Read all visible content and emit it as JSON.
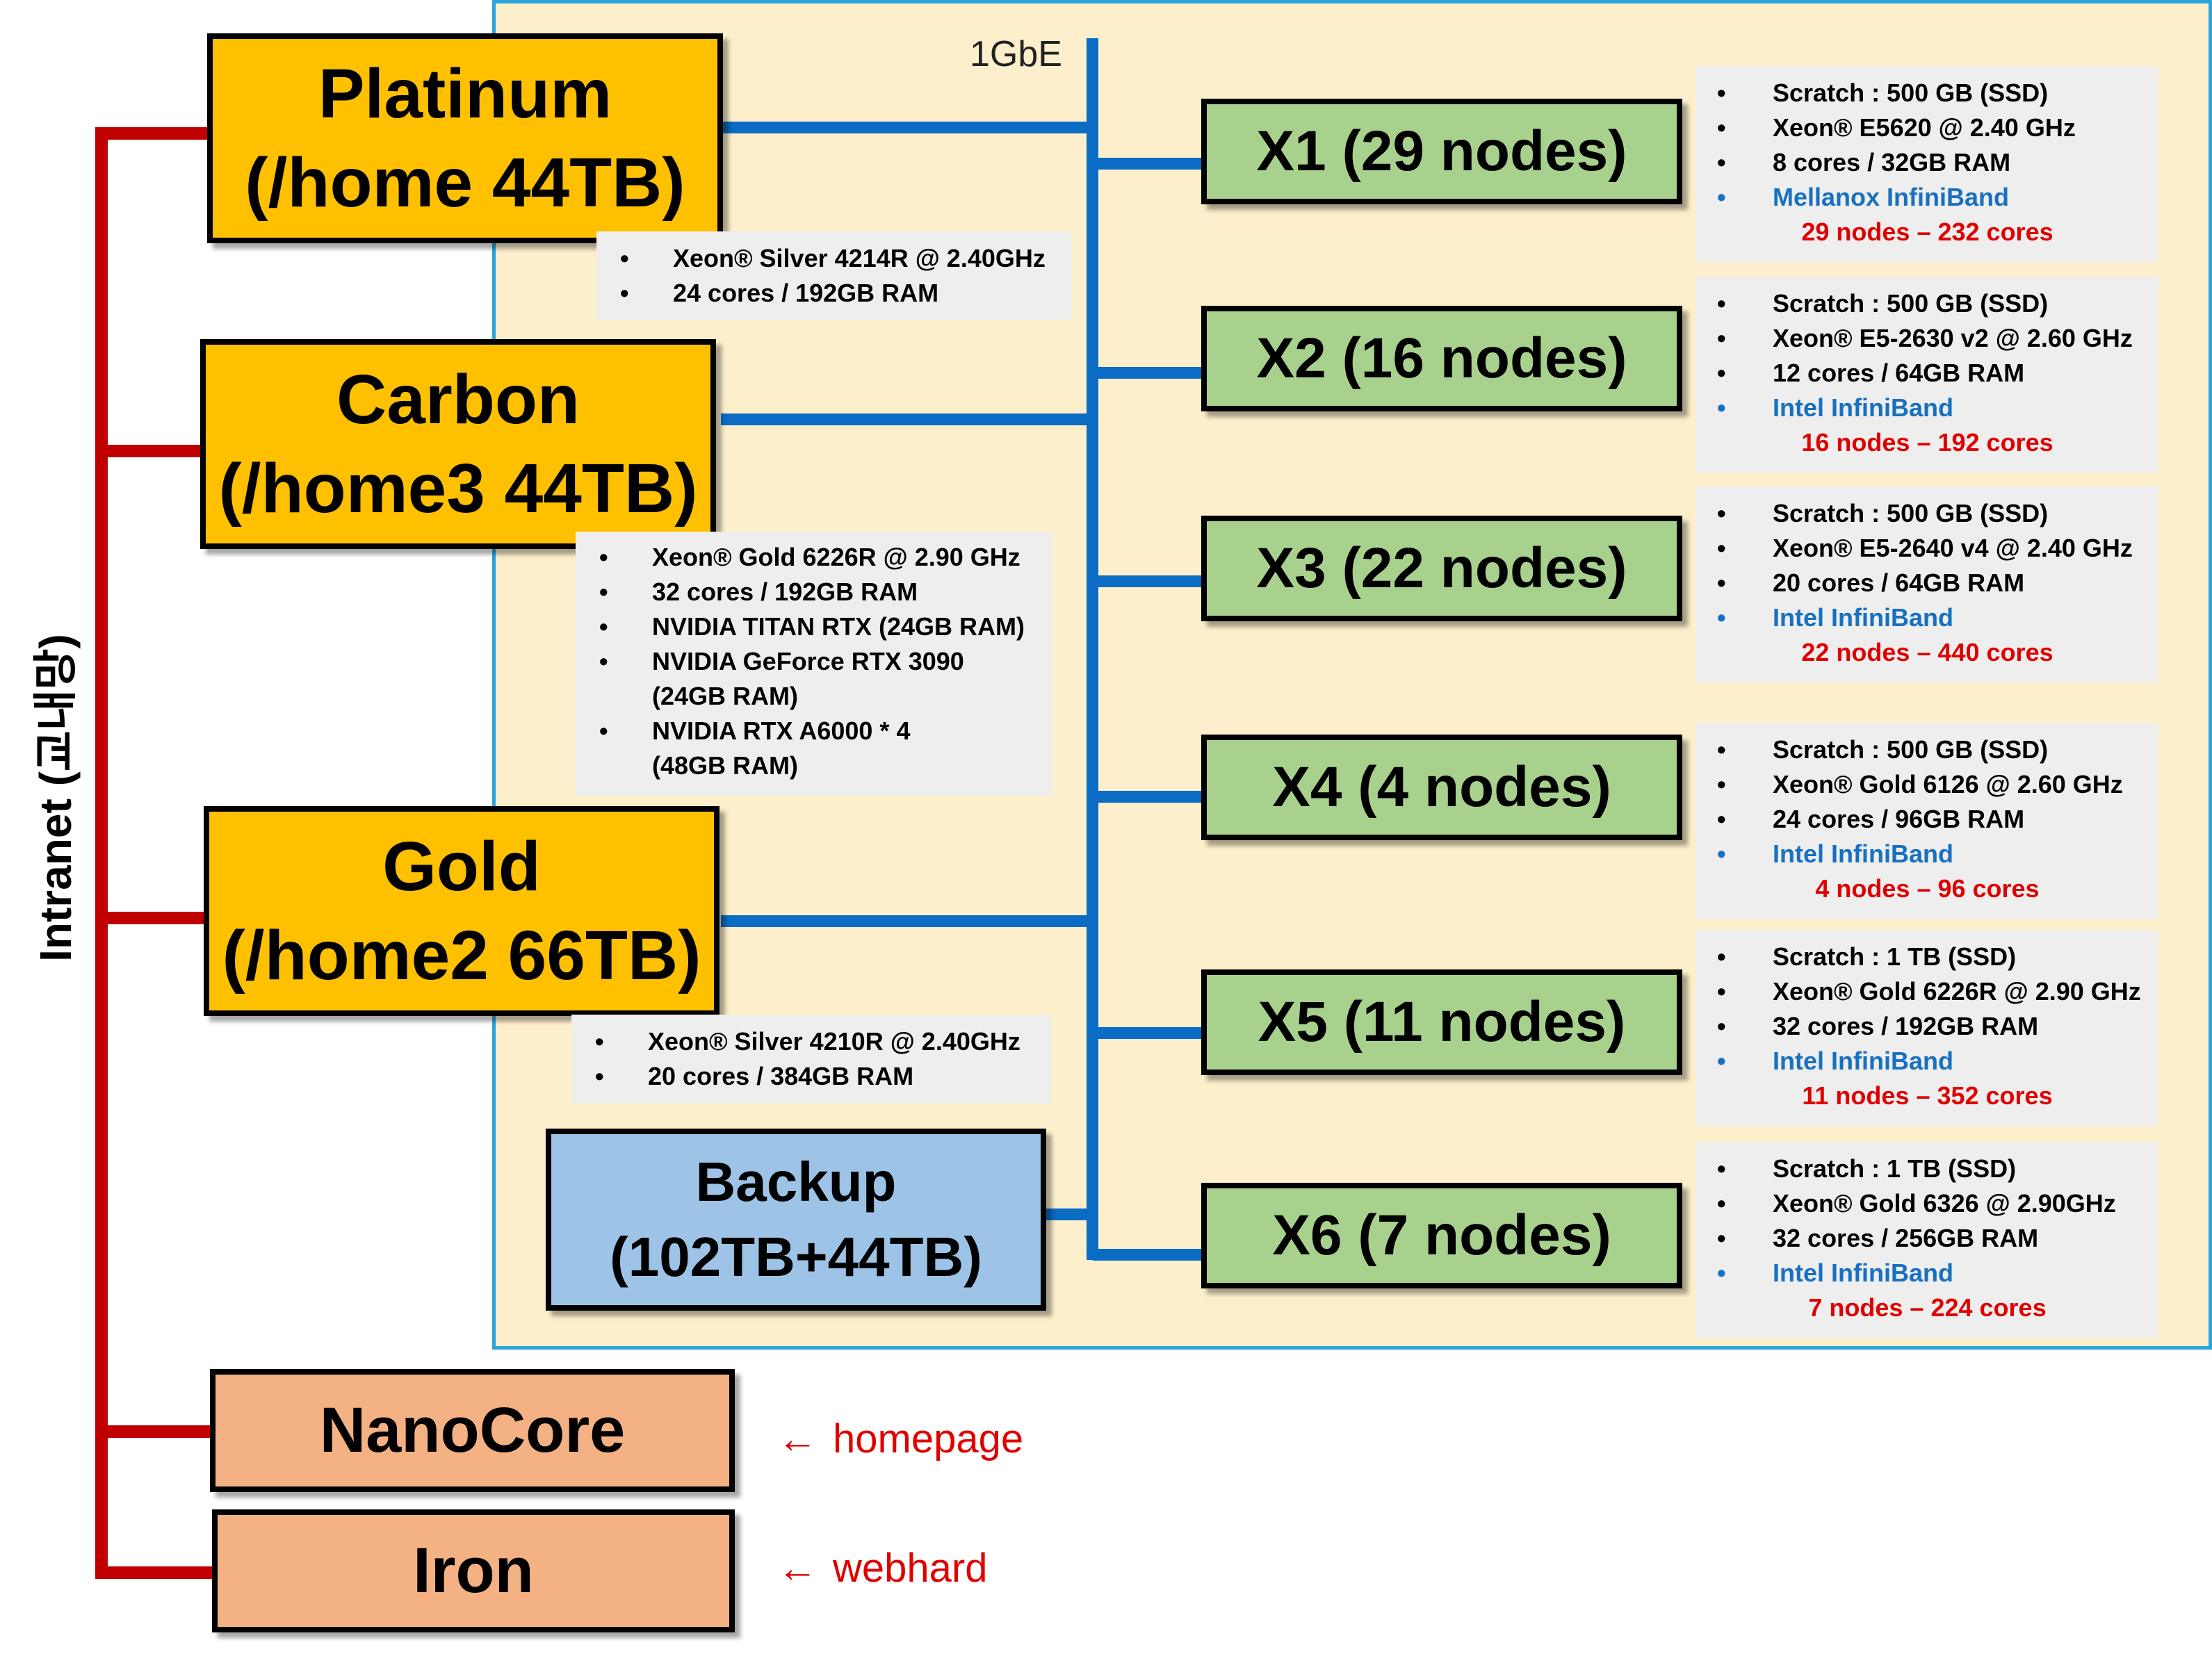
{
  "intranet_label": "Intranet (교내망)",
  "network_label": "1GbE",
  "storage": [
    {
      "name": "Platinum",
      "mount": "(/home 44TB)",
      "specs": [
        "Xeon® Silver 4214R @ 2.40GHz",
        "24 cores / 192GB RAM"
      ]
    },
    {
      "name": "Carbon",
      "mount": "(/home3 44TB)",
      "specs": [
        "Xeon® Gold 6226R @ 2.90 GHz",
        "32 cores / 192GB RAM",
        "NVIDIA TITAN RTX (24GB RAM)",
        "NVIDIA GeForce RTX 3090\n(24GB RAM)",
        "NVIDIA RTX A6000 * 4\n(48GB RAM)"
      ]
    },
    {
      "name": "Gold",
      "mount": "(/home2 66TB)",
      "specs": [
        "Xeon® Silver 4210R @ 2.40GHz",
        "20 cores / 384GB RAM"
      ]
    }
  ],
  "backup": {
    "name": "Backup",
    "size": "(102TB+44TB)"
  },
  "external": [
    {
      "name": "NanoCore",
      "note": "homepage"
    },
    {
      "name": "Iron",
      "note": "webhard"
    }
  ],
  "arrow_glyph": "←",
  "nodes": [
    {
      "label": "X1 (29 nodes)",
      "specs": [
        "Scratch : 500 GB (SSD)",
        "Xeon® E5620 @ 2.40 GHz",
        "8 cores / 32GB RAM"
      ],
      "ib": "Mellanox InfiniBand",
      "total": "29 nodes – 232 cores"
    },
    {
      "label": "X2 (16 nodes)",
      "specs": [
        "Scratch : 500 GB (SSD)",
        "Xeon® E5-2630 v2 @ 2.60 GHz",
        "12 cores / 64GB RAM"
      ],
      "ib": "Intel InfiniBand",
      "total": "16 nodes – 192 cores"
    },
    {
      "label": "X3 (22 nodes)",
      "specs": [
        "Scratch : 500 GB (SSD)",
        "Xeon® E5-2640 v4 @ 2.40 GHz",
        "20 cores / 64GB RAM"
      ],
      "ib": "Intel InfiniBand",
      "total": "22 nodes – 440 cores"
    },
    {
      "label": "X4 (4 nodes)",
      "specs": [
        "Scratch : 500 GB (SSD)",
        "Xeon® Gold 6126 @ 2.60 GHz",
        "24 cores / 96GB RAM"
      ],
      "ib": "Intel InfiniBand",
      "total": "4 nodes – 96 cores"
    },
    {
      "label": "X5 (11 nodes)",
      "specs": [
        "Scratch : 1 TB (SSD)",
        "Xeon® Gold 6226R @ 2.90 GHz",
        "32 cores / 192GB RAM"
      ],
      "ib": "Intel InfiniBand",
      "total": "11 nodes – 352 cores"
    },
    {
      "label": "X6 (7 nodes)",
      "specs": [
        "Scratch : 1 TB (SSD)",
        "Xeon® Gold 6326 @ 2.90GHz",
        "32 cores / 256GB RAM"
      ],
      "ib": "Intel InfiniBand",
      "total": "7 nodes – 224 cores"
    }
  ],
  "colors": {
    "intranet_line": "#c00000",
    "network_line": "#0a6cc4",
    "panel_bg": "#fdefcb",
    "panel_border": "#2aa5dc",
    "storage_fill": "#ffc000",
    "backup_fill": "#9dc3e6",
    "external_fill": "#f4b183",
    "node_fill": "#a9d18e",
    "spec_bg": "#eeeeee",
    "infiniband_text": "#1770c0",
    "total_text": "#e00000"
  }
}
